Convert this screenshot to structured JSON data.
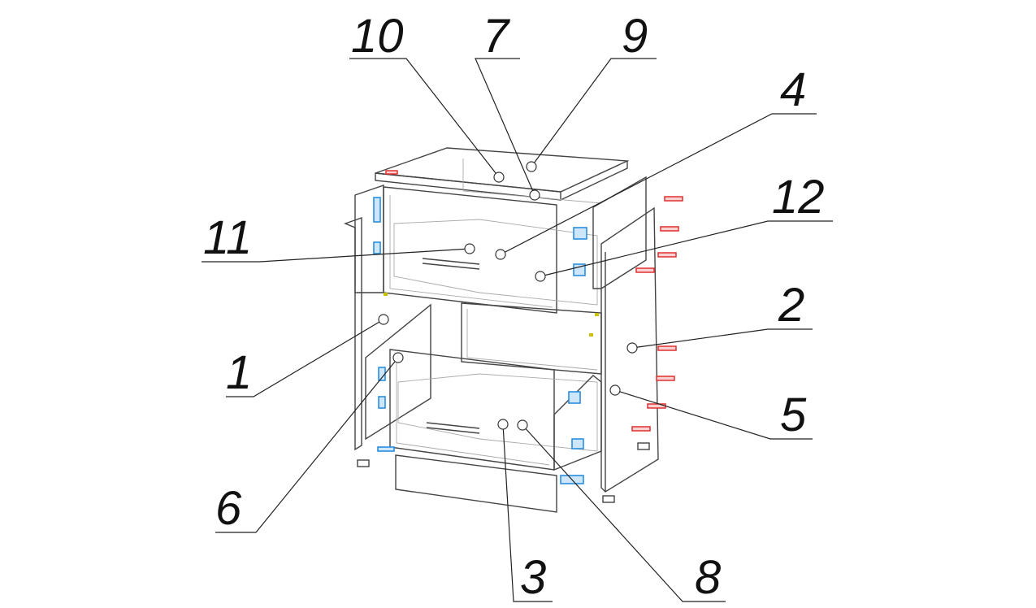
{
  "diagram": {
    "type": "exploded assembly drawing",
    "callouts": [
      {
        "id": "c10",
        "label": "10"
      },
      {
        "id": "c7",
        "label": "7"
      },
      {
        "id": "c9",
        "label": "9"
      },
      {
        "id": "c4",
        "label": "4"
      },
      {
        "id": "c12",
        "label": "12"
      },
      {
        "id": "c11",
        "label": "11"
      },
      {
        "id": "c2",
        "label": "2"
      },
      {
        "id": "c1",
        "label": "1"
      },
      {
        "id": "c5",
        "label": "5"
      },
      {
        "id": "c6",
        "label": "6"
      },
      {
        "id": "c3",
        "label": "3"
      },
      {
        "id": "c8",
        "label": "8"
      }
    ],
    "colors": {
      "line": "#444444",
      "fastener_red": "#e03030",
      "fastener_blue": "#2a8ee0",
      "marker_yellow": "#c8c000"
    }
  }
}
